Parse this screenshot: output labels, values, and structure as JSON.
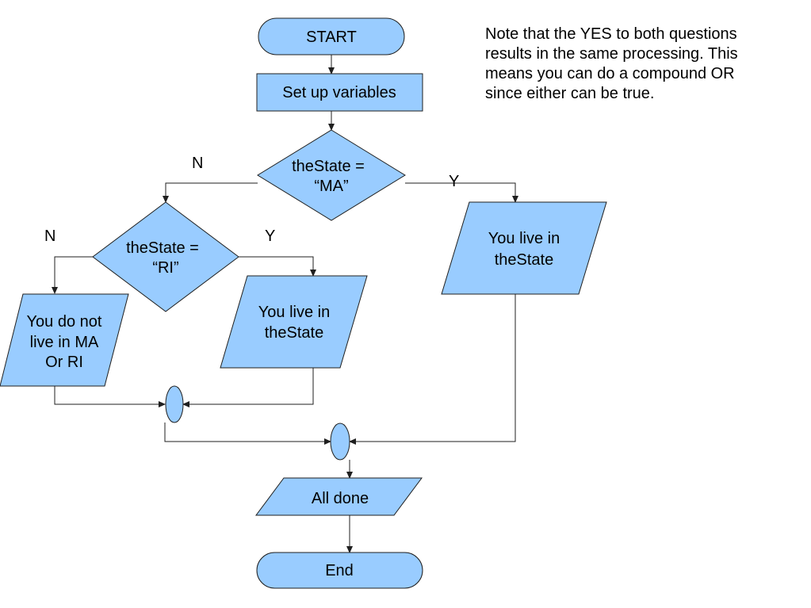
{
  "nodes": {
    "start": "START",
    "setup": "Set up variables",
    "decision_ma": [
      "theState =",
      "“MA”"
    ],
    "decision_ri": [
      "theState =",
      "“RI”"
    ],
    "output_not_live": [
      "You do not",
      "live in MA",
      "Or RI"
    ],
    "output_live_ri": [
      "You live in",
      "theState"
    ],
    "output_live_ma": [
      "You live in",
      "theState"
    ],
    "all_done": "All done",
    "end": "End"
  },
  "edge_labels": {
    "ma_no": "N",
    "ma_yes": "Y",
    "ri_no": "N",
    "ri_yes": "Y"
  },
  "note": "Note that the YES to both questions results in the same processing. This means you can do a compound OR since either can be true.",
  "colors": {
    "shape_fill": "#99ccff",
    "stroke": "#1f1f1f"
  }
}
